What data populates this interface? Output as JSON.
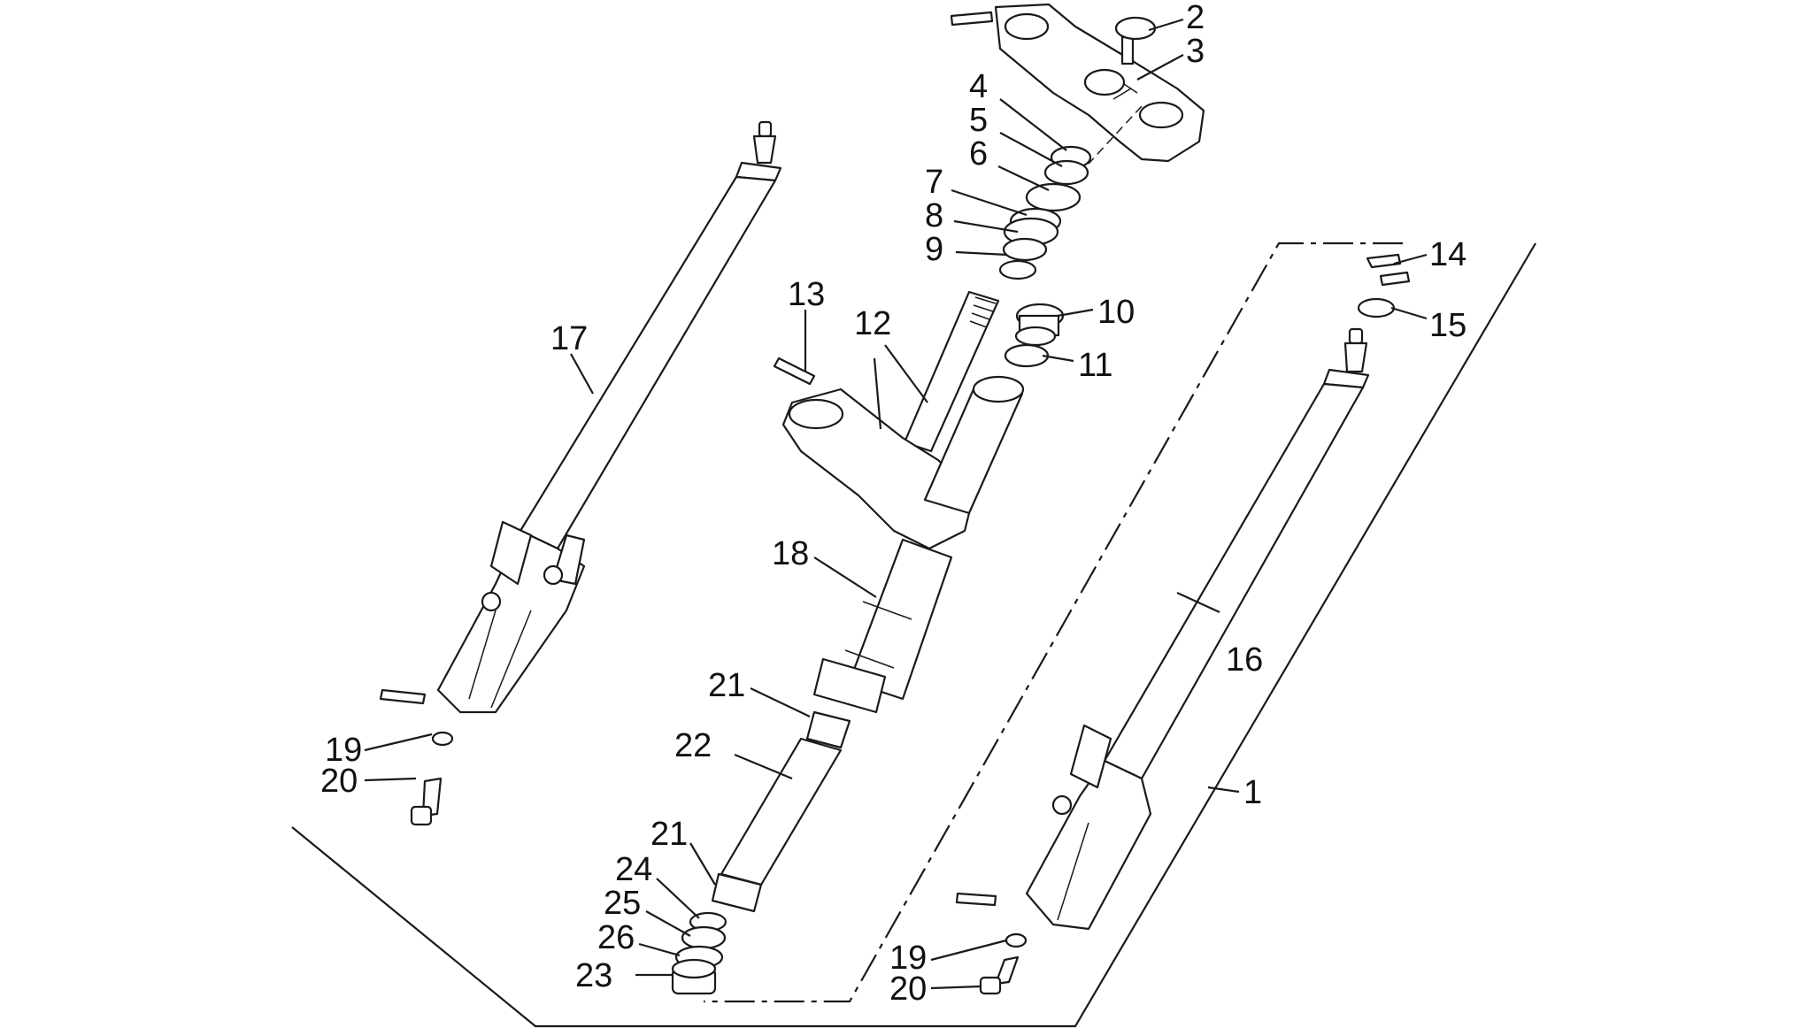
{
  "labels": [
    "1",
    "2",
    "3",
    "4",
    "5",
    "6",
    "7",
    "8",
    "9",
    "10",
    "11",
    "12",
    "13",
    "14",
    "15",
    "16",
    "17",
    "18",
    "19",
    "19",
    "20",
    "20",
    "21",
    "21",
    "22",
    "23",
    "24",
    "25",
    "26"
  ],
  "colors": {
    "line": "#1a1a1a",
    "background": "#ffffff"
  }
}
